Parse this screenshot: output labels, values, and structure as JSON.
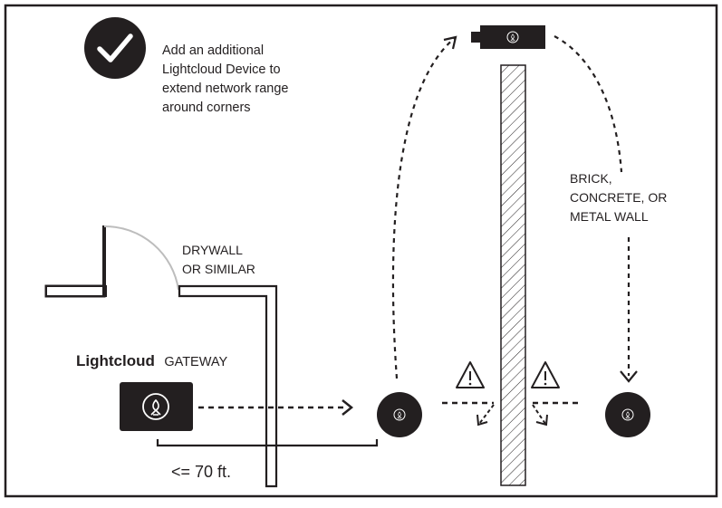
{
  "caption": {
    "lines": [
      "Add an additional",
      "Lightcloud Device to",
      "extend network range",
      "around corners"
    ]
  },
  "labels": {
    "drywall": [
      "DRYWALL",
      "OR SIMILAR"
    ],
    "hard_wall": [
      "BRICK,",
      "CONCRETE, OR",
      "METAL WALL"
    ]
  },
  "gateway": {
    "brand": "Lightcloud",
    "type": "GATEWAY"
  },
  "distance": "<= 70 ft.",
  "icons": {
    "check": "checkmark-icon",
    "warning": "warning-triangle-icon",
    "device": "lightcloud-logo-icon"
  },
  "colors": {
    "ink": "#231f20",
    "door_arc": "#bdbdbd",
    "background": "#ffffff"
  }
}
